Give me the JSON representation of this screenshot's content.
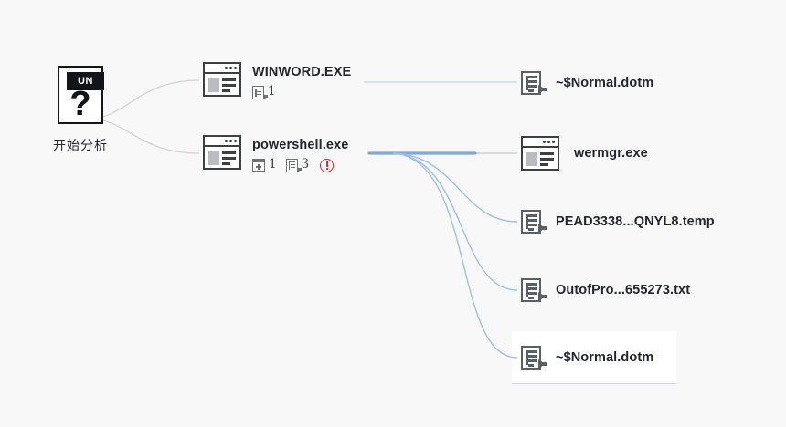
{
  "canvas": {
    "background": "#f8f8f9",
    "title": "Process / file activity tree"
  },
  "colors": {
    "label": "#22272e",
    "icon_dark": "#3c4043",
    "icon_gray": "#5a6067",
    "edge_gray": "#d4d4d4",
    "edge_blue": "#7faad8",
    "edge_blue_light": "#d6e2ef",
    "warning_red": "#d0323c",
    "highlight_card": "#ffffff"
  },
  "root": {
    "icon": "unknown-document-icon",
    "banner_text": "UN",
    "glyph": "?",
    "caption": "开始分析"
  },
  "processes": [
    {
      "id": "winword",
      "icon": "application-window-icon",
      "label": "WINWORD.EXE",
      "badges": [
        {
          "icon": "file-write-icon",
          "count": "1"
        }
      ],
      "warning": false
    },
    {
      "id": "powershell",
      "icon": "application-window-icon",
      "label": "powershell.exe",
      "badges": [
        {
          "icon": "child-process-icon",
          "count": "1"
        },
        {
          "icon": "file-write-icon",
          "count": "3"
        }
      ],
      "warning": true,
      "warning_icon": "alert-circle-icon"
    }
  ],
  "leaves": [
    {
      "id": "leaf-1",
      "icon": "file-write-icon",
      "label": "~$Normal.dotm",
      "parent": "winword",
      "edge": "light-blue",
      "highlighted": false
    },
    {
      "id": "leaf-2",
      "icon": "application-window-icon",
      "label": "wermgr.exe",
      "parent": "powershell",
      "edge": "gray",
      "highlighted": false
    },
    {
      "id": "leaf-3",
      "icon": "file-write-icon",
      "label": "PEAD3338...QNYL8.temp",
      "parent": "powershell",
      "edge": "blue",
      "highlighted": false
    },
    {
      "id": "leaf-4",
      "icon": "file-write-icon",
      "label": "OutofPro...655273.txt",
      "parent": "powershell",
      "edge": "blue",
      "highlighted": false
    },
    {
      "id": "leaf-5",
      "icon": "file-write-icon",
      "label": "~$Normal.dotm",
      "parent": "powershell",
      "edge": "blue",
      "highlighted": true
    }
  ]
}
